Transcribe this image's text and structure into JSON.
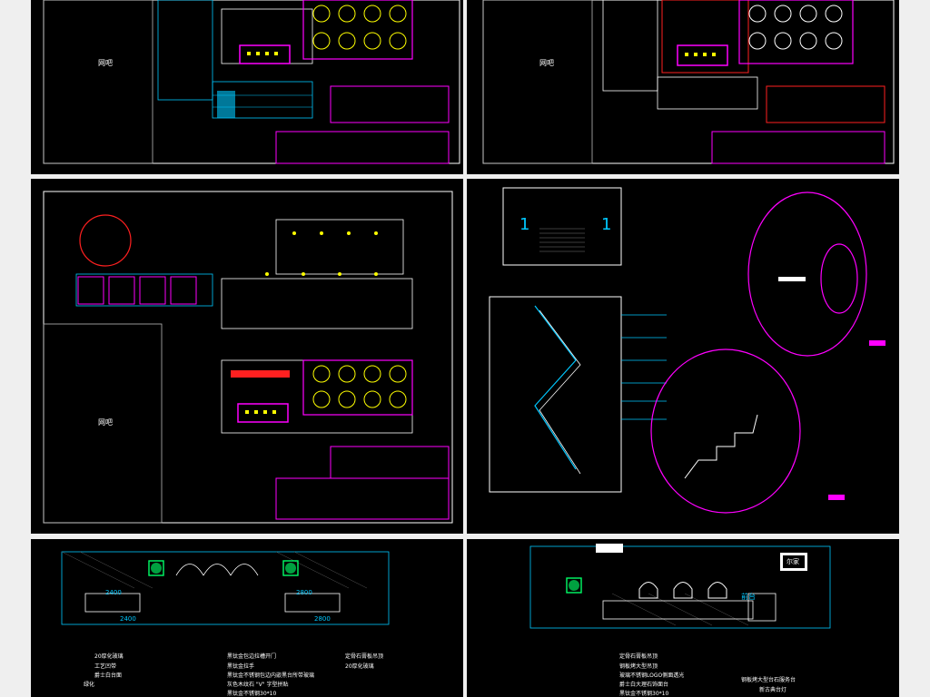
{
  "panels": {
    "top_left": {
      "label": "网吧"
    },
    "top_right": {
      "label": "网吧"
    },
    "mid_left": {
      "label": "网吧"
    },
    "mid_right": {
      "stair_numbers": [
        "1",
        "1"
      ]
    },
    "bottom_left": {
      "dimensions": [
        "2400",
        "2400",
        "2800",
        "2800"
      ],
      "notes": [
        "20厚化玻璃",
        "工艺凹带",
        "爵士白台面",
        "绿化",
        "黑钛金包边拉槽开门",
        "黑钛金拉手",
        "黑钛金不锈钢包边内嵌黑台所带玻璃",
        "灰色木纹石 \"V\" 字型拼贴",
        "黑钛金不锈钢30*10",
        "定骨石膏板吊顶",
        "20厚化玻璃"
      ]
    },
    "bottom_right": {
      "front_desk": "前台",
      "sign": "尔家",
      "notes": [
        "定骨石膏板吊顶",
        "钢板烤大型吊顶",
        "玻璃不锈钢LOGO侧面透光",
        "爵士白大理石饰面台",
        "黑钛金不锈钢30*10",
        "钢板烤大型台石服务台",
        "新古典台灯"
      ]
    }
  },
  "colors": {
    "background": "#000000",
    "wall": "#ffffff",
    "grid": "#00c8ff",
    "accent": "#ff00ff",
    "highlight": "#ffff00",
    "green": "#00ff66",
    "red": "#ff2020"
  }
}
